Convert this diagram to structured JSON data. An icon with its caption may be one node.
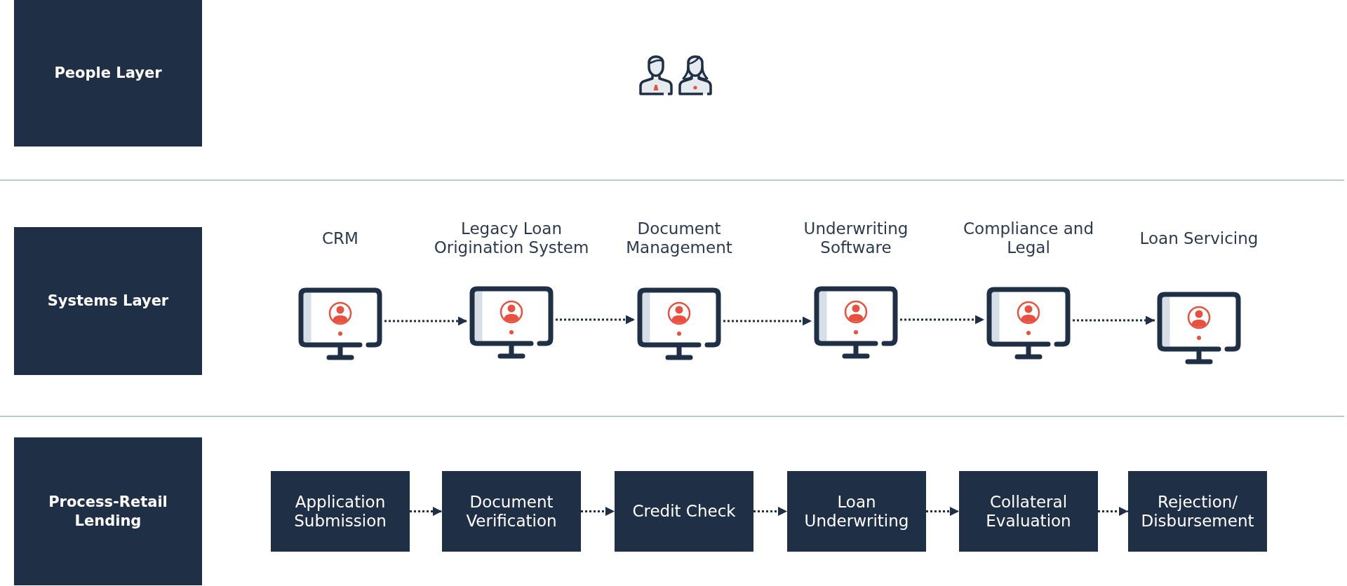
{
  "diagram": {
    "nodes": [
      {
        "text": [
          "People Layer"
        ]
      },
      {
        "text": [
          "Systems Layer"
        ]
      },
      {
        "text": [
          "CRM"
        ]
      },
      {
        "text": [
          "Legacy Loan Origination System"
        ]
      },
      {
        "text": [
          "Document Management"
        ]
      },
      {
        "text": [
          "Underwriting Software"
        ]
      },
      {
        "text": [
          "Compliance and Legal"
        ]
      },
      {
        "text": [
          "Loan Servicing"
        ]
      },
      {
        "text": [
          "Process-Retail Lending"
        ]
      },
      {
        "text": [
          "Application Submission"
        ]
      },
      {
        "text": [
          "Document Verification"
        ]
      },
      {
        "text": [
          "Credit Check"
        ]
      },
      {
        "text": [
          "Loan Underwriting"
        ]
      },
      {
        "text": [
          "Collateral Evaluation"
        ]
      },
      {
        "text": [
          "Rejection/ Disbursement"
        ]
      }
    ],
    "edges": [
      {
        "from": 2,
        "to": 3,
        "arrow": "to",
        "style": "dashed"
      },
      {
        "from": 3,
        "to": 4,
        "arrow": "to",
        "style": "dashed"
      },
      {
        "from": 4,
        "to": 5,
        "arrow": "to",
        "style": "dashed"
      },
      {
        "from": 5,
        "to": 6,
        "arrow": "to",
        "style": "dashed"
      },
      {
        "from": 6,
        "to": 7,
        "arrow": "to",
        "style": "dashed"
      },
      {
        "from": 9,
        "to": 10,
        "arrow": "to",
        "style": "dashed"
      },
      {
        "from": 10,
        "to": 11,
        "arrow": "to",
        "style": "dashed"
      },
      {
        "from": 11,
        "to": 12,
        "arrow": "to",
        "style": "dashed"
      },
      {
        "from": 12,
        "to": 13,
        "arrow": "to",
        "style": "dashed"
      },
      {
        "from": 13,
        "to": 14,
        "arrow": "to",
        "style": "dashed"
      }
    ]
  }
}
